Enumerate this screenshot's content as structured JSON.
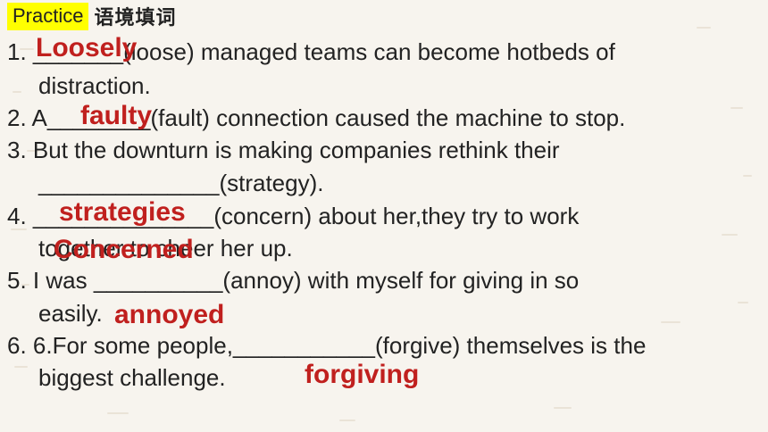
{
  "header": {
    "tag": "Practice",
    "title": "语境填词"
  },
  "lines": {
    "q1a": "1. _______(loose) managed teams can become hotbeds of",
    "q1b": "distraction.",
    "q2": "2. A________(fault) connection caused the machine to stop.",
    "q3a": "3. But the downturn is making companies rethink their",
    "q3b": "______________(strategy).",
    "q4a": "4. ______________(concern) about her,they try to work",
    "q4b": "together to cheer her up.",
    "q5a": "5. I was __________(annoy) with myself for giving in so",
    "q5b": "easily.",
    "q6a": "6. 6.For some people,___________(forgive) themselves is the",
    "q6b": "biggest challenge."
  },
  "answers": {
    "a1": "Loosely",
    "a2": "faulty",
    "a3": "strategies",
    "a4": "Concerned",
    "a5": "annoyed",
    "a6": "forgiving"
  },
  "colors": {
    "tag_bg": "#ffff00",
    "answer": "#c0201e",
    "background": "#f7f4ee"
  }
}
